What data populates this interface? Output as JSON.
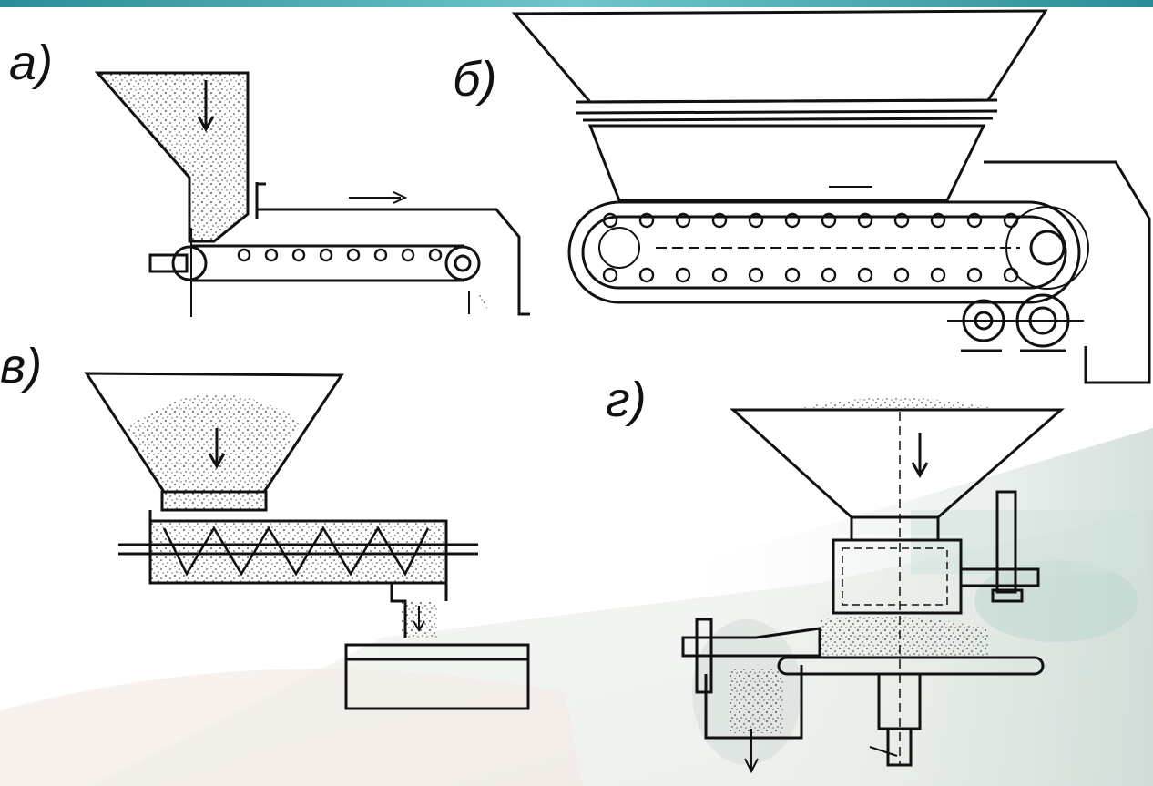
{
  "labels": {
    "a": "а)",
    "b": "б)",
    "v": "в)",
    "g": "г)"
  },
  "colors": {
    "accent": "#2a8d96",
    "ink": "#111111",
    "background_tint": "#dde6e2"
  }
}
